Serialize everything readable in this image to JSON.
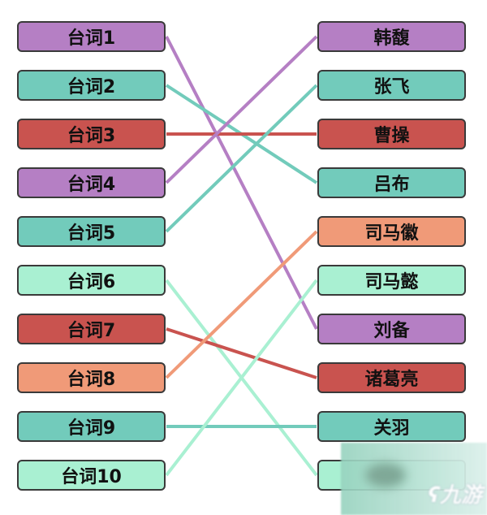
{
  "colors": {
    "purple": "#b57fc4",
    "teal": "#72cbbb",
    "red": "#c9534f",
    "orange": "#f09a78",
    "mint": "#a9f0d2"
  },
  "left": [
    {
      "label": "台词1",
      "color": "purple",
      "target": 6
    },
    {
      "label": "台词2",
      "color": "teal",
      "target": 3
    },
    {
      "label": "台词3",
      "color": "red",
      "target": 2
    },
    {
      "label": "台词4",
      "color": "purple",
      "target": 0
    },
    {
      "label": "台词5",
      "color": "teal",
      "target": 1
    },
    {
      "label": "台词6",
      "color": "mint",
      "target": 9
    },
    {
      "label": "台词7",
      "color": "red",
      "target": 7
    },
    {
      "label": "台词8",
      "color": "orange",
      "target": 4
    },
    {
      "label": "台词9",
      "color": "teal",
      "target": 8
    },
    {
      "label": "台词10",
      "color": "mint",
      "target": 5
    }
  ],
  "right": [
    {
      "label": "韩馥",
      "color": "purple"
    },
    {
      "label": "张飞",
      "color": "teal"
    },
    {
      "label": "曹操",
      "color": "red"
    },
    {
      "label": "吕布",
      "color": "teal"
    },
    {
      "label": "司马徽",
      "color": "orange"
    },
    {
      "label": "司马懿",
      "color": "mint"
    },
    {
      "label": "刘备",
      "color": "purple"
    },
    {
      "label": "诸葛亮",
      "color": "red"
    },
    {
      "label": "关羽",
      "color": "teal"
    },
    {
      "label": "",
      "color": "mint"
    }
  ],
  "watermark": "九游"
}
